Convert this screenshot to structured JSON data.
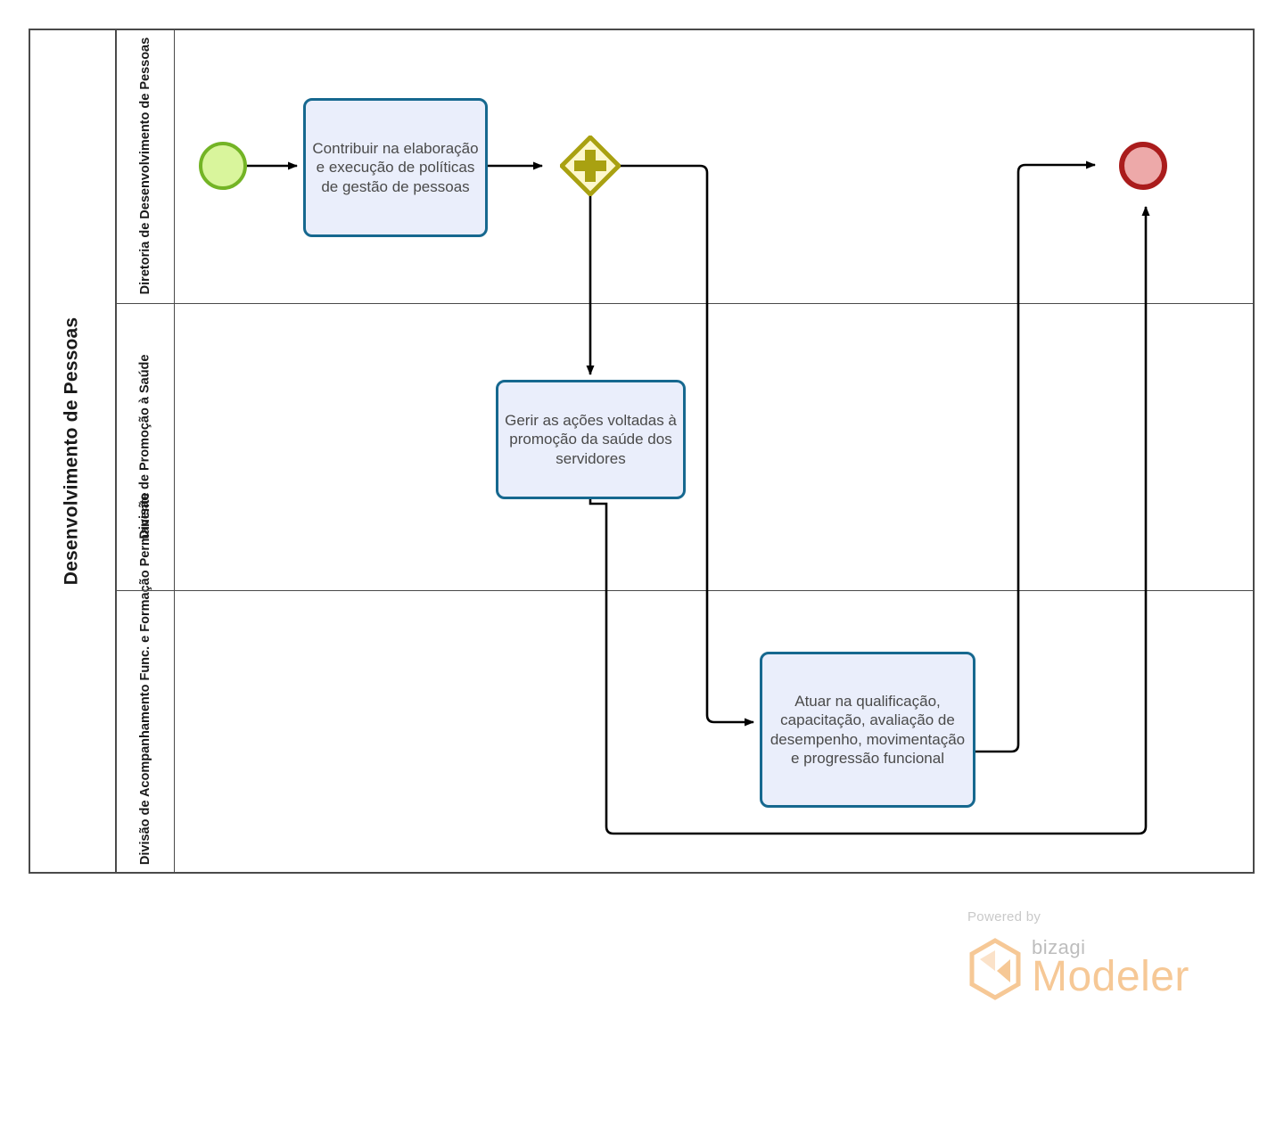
{
  "diagram": {
    "type": "bpmn-process",
    "pool": {
      "label": "Desenvolvimento de Pessoas"
    },
    "lanes": [
      {
        "id": "lane-diretoria",
        "label": "Diretoria de Desenvolvimento de Pessoas"
      },
      {
        "id": "lane-promocao-saude",
        "label": "Divisão de Promoção à Saúde"
      },
      {
        "id": "lane-acompanhamento",
        "label": "Divisão de Acompanhamento Func. e Formação Permanente"
      }
    ],
    "events": [
      {
        "id": "start-event",
        "kind": "start",
        "lane": "lane-diretoria",
        "fill": "#d9f59c",
        "stroke": "#73b425"
      },
      {
        "id": "end-event",
        "kind": "end",
        "lane": "lane-diretoria",
        "fill": "#eda9a9",
        "stroke": "#aa1c1c"
      }
    ],
    "gateways": [
      {
        "id": "parallel-gateway",
        "kind": "parallel",
        "symbol": "+",
        "lane": "lane-diretoria",
        "fill": "#fdf8cd",
        "stroke": "#a9a111"
      }
    ],
    "tasks": [
      {
        "id": "task-politicas",
        "lane": "lane-diretoria",
        "label": "Contribuir na elaboração e execução de políticas de gestão de pessoas"
      },
      {
        "id": "task-saude",
        "lane": "lane-promocao-saude",
        "label": "Gerir as ações voltadas à promoção da saúde dos servidores"
      },
      {
        "id": "task-qualificacao",
        "lane": "lane-acompanhamento",
        "label": "Atuar na qualificação, capacitação, avaliação de desempenho, movimentação e progressão funcional"
      }
    ],
    "flows": [
      {
        "id": "flow-start-to-politicas",
        "from": "start-event",
        "to": "task-politicas"
      },
      {
        "id": "flow-politicas-to-gateway",
        "from": "task-politicas",
        "to": "parallel-gateway"
      },
      {
        "id": "flow-gateway-to-saude",
        "from": "parallel-gateway",
        "to": "task-saude"
      },
      {
        "id": "flow-gateway-to-qualificacao",
        "from": "parallel-gateway",
        "to": "task-qualificacao"
      },
      {
        "id": "flow-saude-to-end",
        "from": "task-saude",
        "to": "end-event"
      },
      {
        "id": "flow-qualificacao-to-end",
        "from": "task-qualificacao",
        "to": "end-event"
      }
    ],
    "colors": {
      "task_fill": "#eaeefb",
      "task_stroke": "#16688f",
      "pool_stroke": "#4a4a4a",
      "flow_stroke": "#000000",
      "gateway_fill": "#fdf8cd",
      "gateway_stroke": "#a9a111"
    }
  },
  "footer": {
    "powered_by": "Powered by",
    "brand": "bizagi",
    "product": "Modeler"
  }
}
